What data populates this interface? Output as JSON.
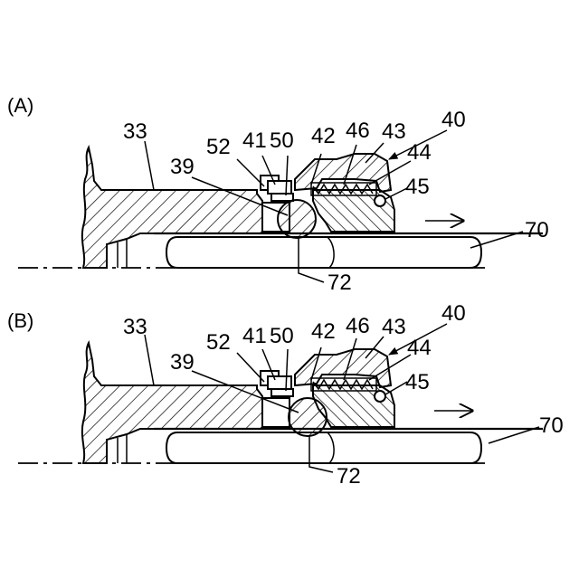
{
  "figure": {
    "panels": [
      {
        "id": "A",
        "panel_label": "(A)",
        "labels": {
          "l33": "33",
          "l52": "52",
          "l41": "41",
          "l50": "50",
          "l42": "42",
          "l46": "46",
          "l43": "43",
          "l40": "40",
          "l44": "44",
          "l39": "39",
          "l45": "45",
          "l70": "70",
          "l72": "72"
        }
      },
      {
        "id": "B",
        "panel_label": "(B)",
        "labels": {
          "l33": "33",
          "l52": "52",
          "l41": "41",
          "l50": "50",
          "l42": "42",
          "l46": "46",
          "l43": "43",
          "l40": "40",
          "l44": "44",
          "l39": "39",
          "l45": "45",
          "l70": "70",
          "l72": "72"
        }
      }
    ],
    "arrow": "right-arrow"
  }
}
